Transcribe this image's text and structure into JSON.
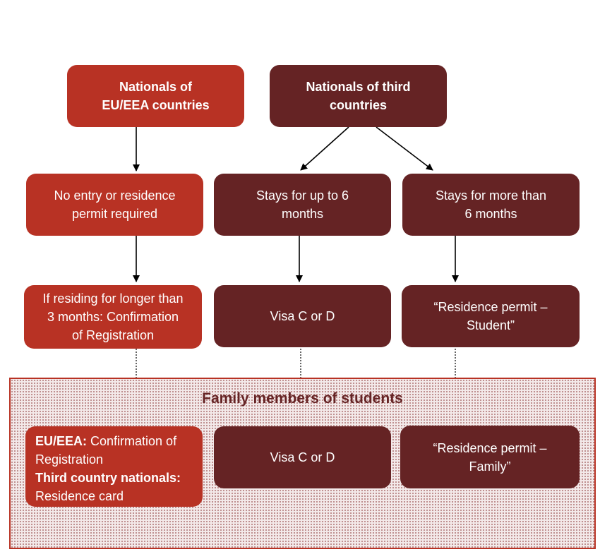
{
  "nodes": {
    "eu_nationals": {
      "line1": "Nationals of",
      "line2": "EU/EEA countries"
    },
    "third_nationals": {
      "line1": "Nationals of third",
      "line2": "countries"
    },
    "no_permit": {
      "line1": "No entry or residence",
      "line2": "permit required"
    },
    "stays_short": {
      "line1": "Stays for up to 6",
      "line2": "months"
    },
    "stays_long": {
      "line1": "Stays for more than",
      "line2": "6 months"
    },
    "confirmation": {
      "line1": "If residing for longer than",
      "line2": "3 months: Confirmation",
      "line3": "of Registration"
    },
    "visa": {
      "label": "Visa C or D"
    },
    "residence_student": {
      "line1": "“Residence permit –",
      "line2": "Student”"
    }
  },
  "family": {
    "title": "Family members of students",
    "eu": {
      "label_bold": "EU/EEA:",
      "label_rest": " Confirmation of Registration",
      "third_bold": "Third country nationals:",
      "third_rest": " Residence card"
    },
    "visa": {
      "label": "Visa C or D"
    },
    "residence_family": {
      "line1": "“Residence permit –",
      "line2": "Family”"
    }
  },
  "colors": {
    "eu_red": "#b83224",
    "third_dark": "#652324",
    "panel_border": "#b83224"
  }
}
